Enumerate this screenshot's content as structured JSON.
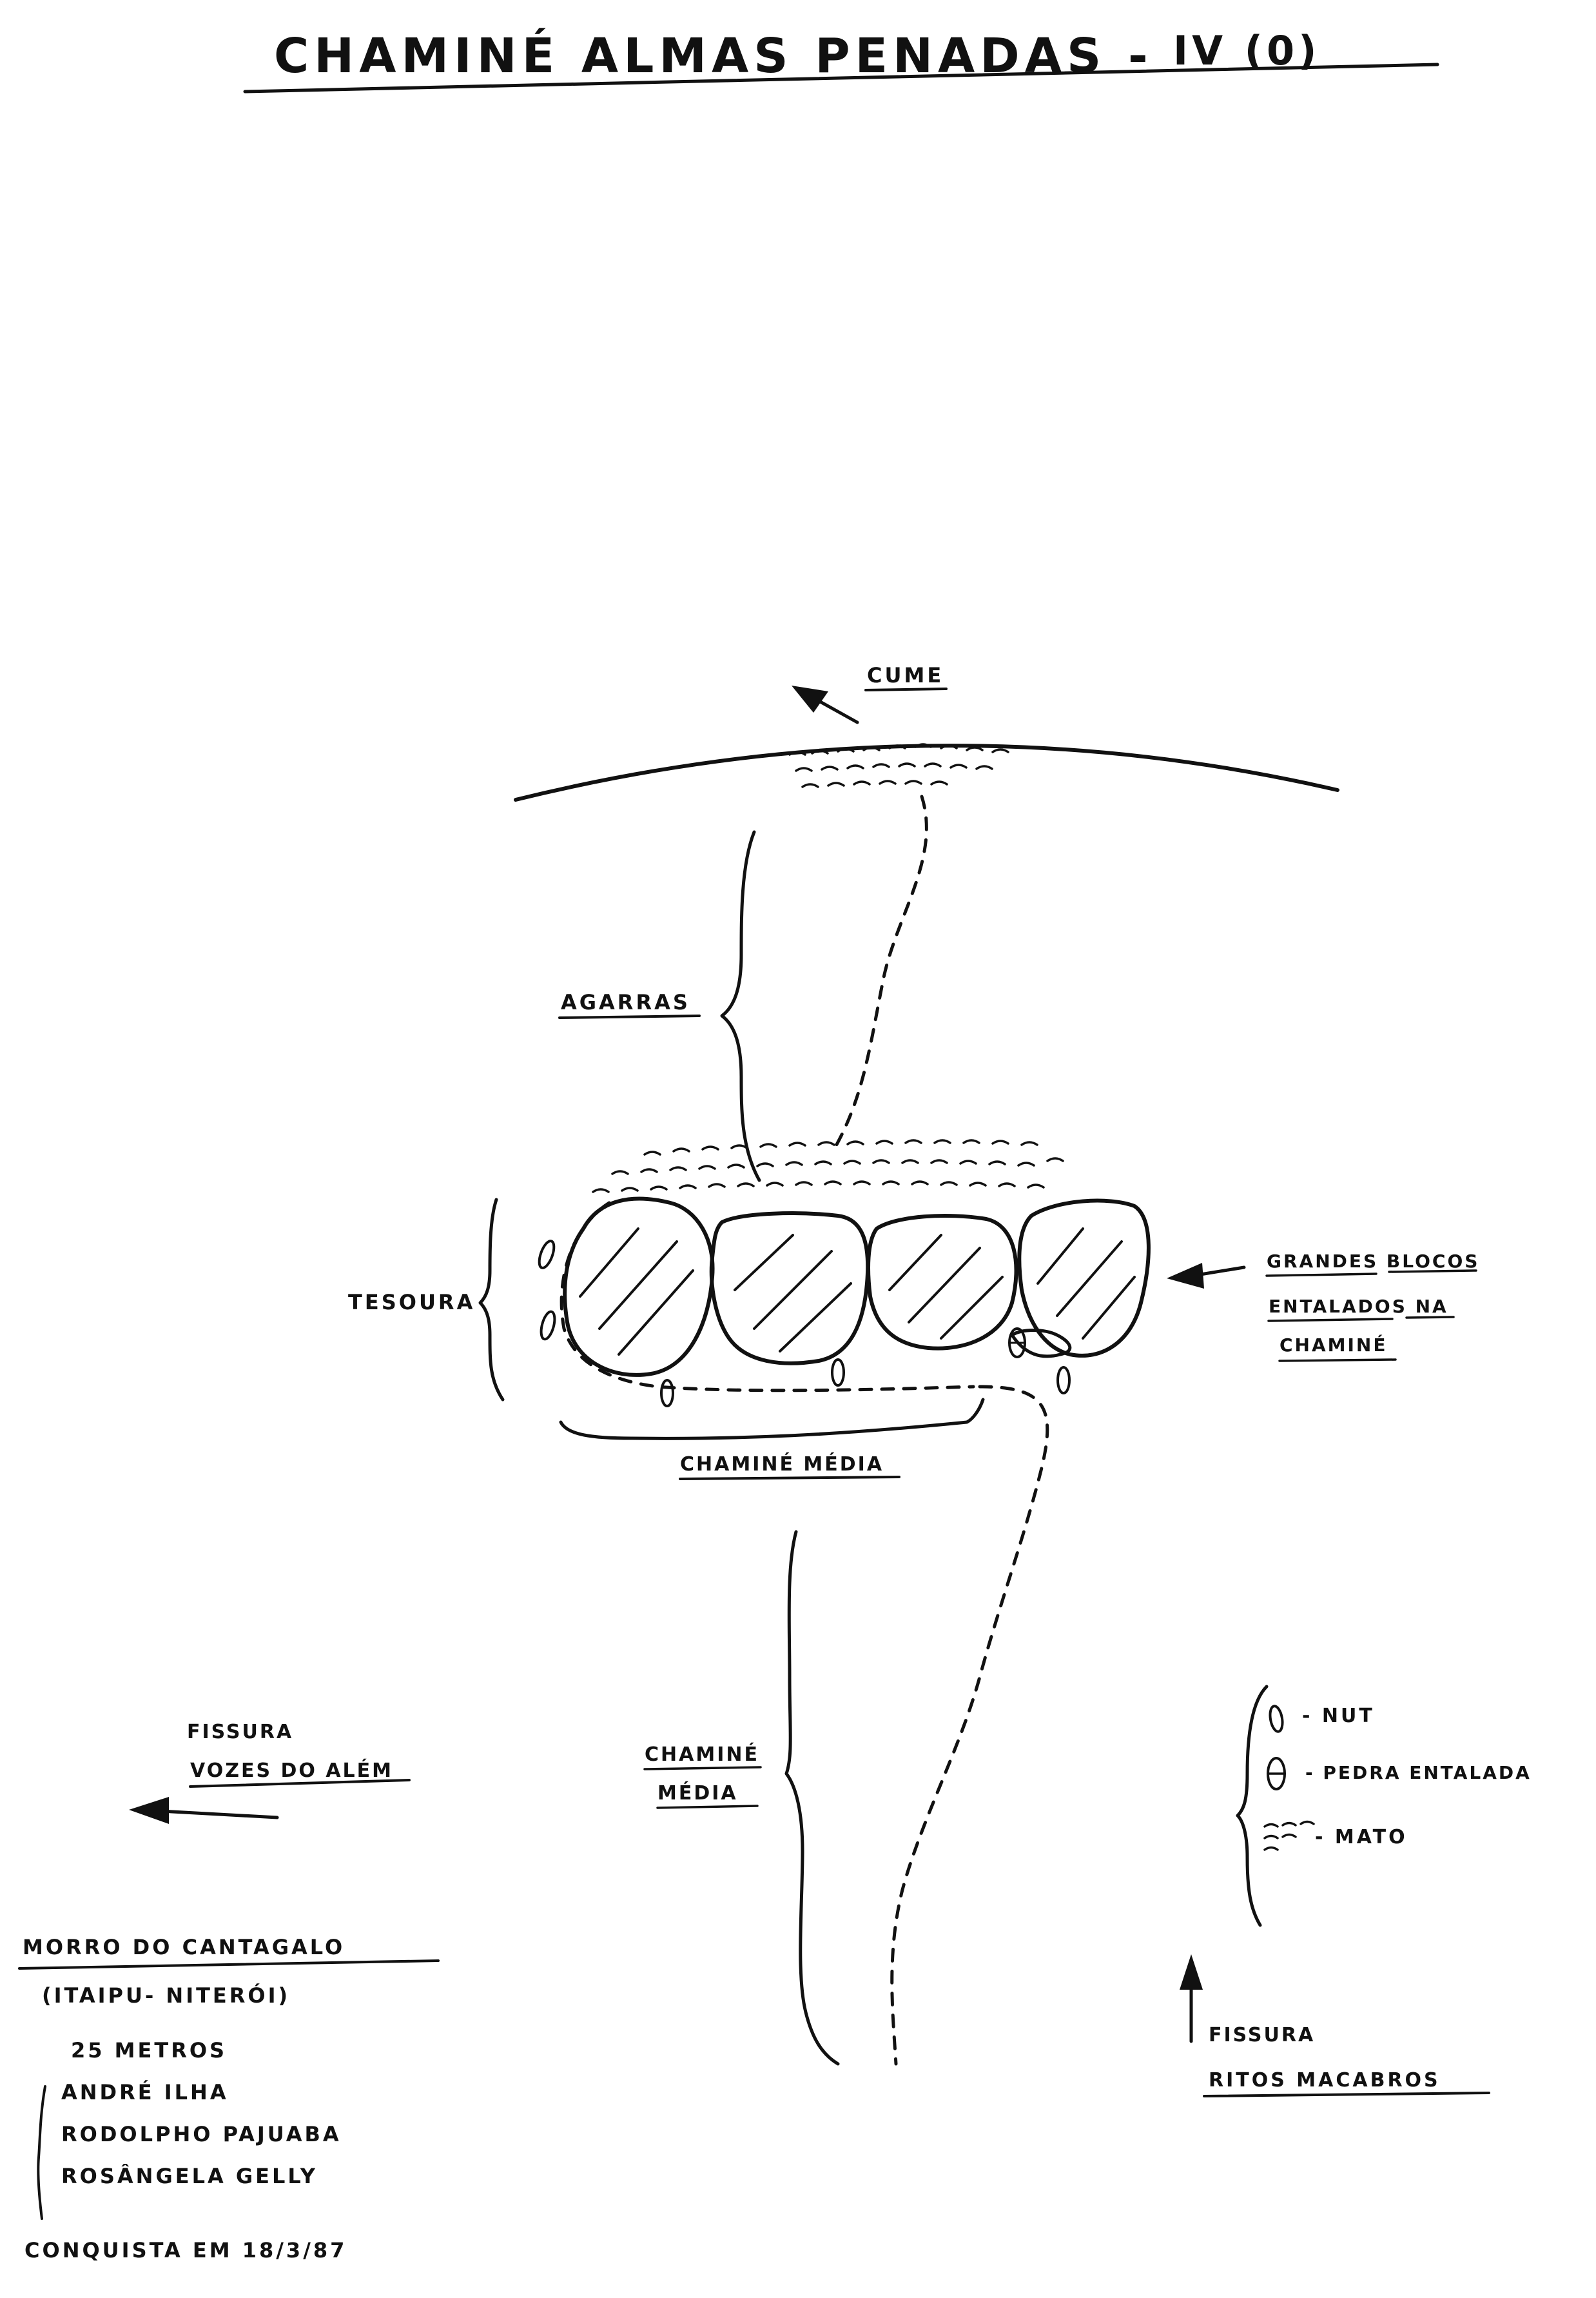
{
  "title": {
    "route_name": "CHAMINÉ ALMAS PENADAS -",
    "grade": "IV (0)"
  },
  "labels": {
    "summit": "CUME",
    "holds": "AGARRAS",
    "scissors": "TESOURA",
    "chimney_mid_top": "CHAMINÉ MÉDIA",
    "chimney_mid_lower_line1": "CHAMINÉ",
    "chimney_mid_lower_line2": "MÉDIA",
    "blocks_line1": "GRANDES BLOCOS",
    "blocks_line2": "ENTALADOS NA",
    "blocks_line3": "CHAMINÉ",
    "fissure_left_line1": "FISSURA",
    "fissure_left_line2": "VOZES DO ALÉM",
    "fissure_right_line1": "FISSURA",
    "fissure_right_line2": "RITOS MACABROS"
  },
  "legend": {
    "nut": "- NUT",
    "chockstone": "- PEDRA ENTALADA",
    "bush": "- MATO",
    "nut_icon": "nut-icon",
    "chockstone_icon": "chockstone-icon",
    "bush_icon": "bush-icon"
  },
  "info": {
    "location": "MORRO DO CANTAGALO",
    "location_sub": "(ITAIPU- NITERÓI)",
    "length": "25 METROS",
    "climbers": [
      "ANDRÉ ILHA",
      "RODOLPHO PAJUABA",
      "ROSÂNGELA GELLY"
    ],
    "first_ascent": "CONQUISTA EM 18/3/87"
  }
}
